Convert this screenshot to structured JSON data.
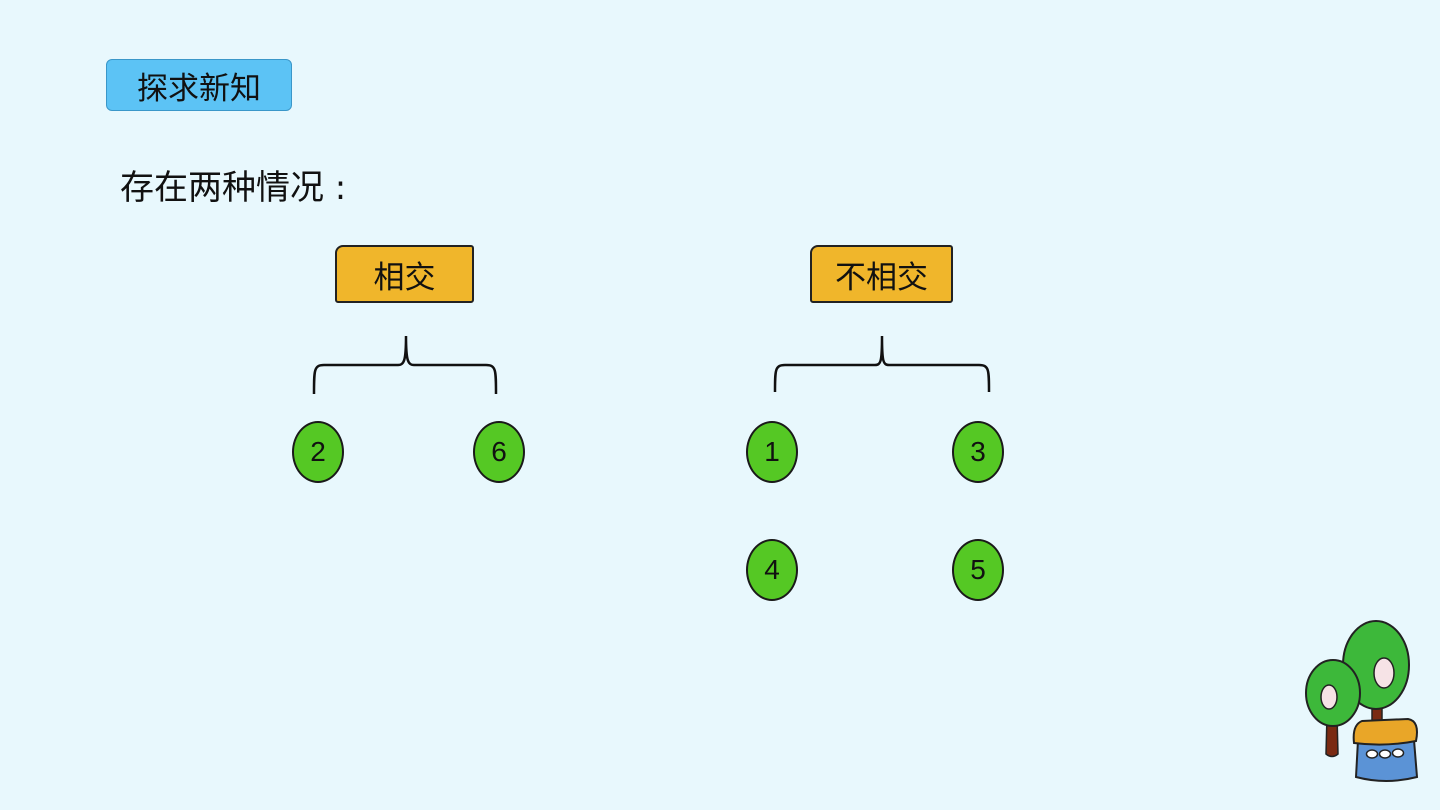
{
  "badge": {
    "label": "探求新知"
  },
  "heading": "存在两种情况 :",
  "groups": [
    {
      "label": "相交",
      "numbers": [
        "2",
        "6"
      ]
    },
    {
      "label": "不相交",
      "numbers": [
        "1",
        "3",
        "4",
        "5"
      ]
    }
  ],
  "colors": {
    "background": "#e8f8fd",
    "badge": "#5cc3f5",
    "label_fill": "#f0b62b",
    "circle_fill": "#55c824"
  },
  "decoration": {
    "icon": "trees-and-house-icon"
  }
}
